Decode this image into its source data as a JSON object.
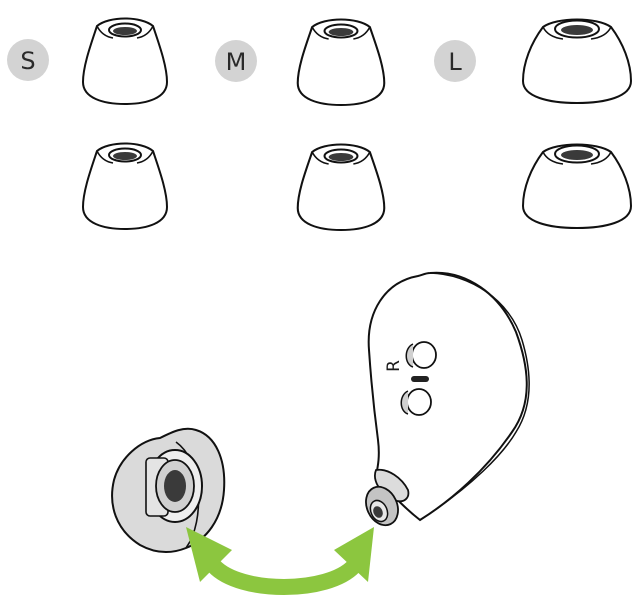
{
  "sizes": [
    {
      "label": "S"
    },
    {
      "label": "M"
    },
    {
      "label": "L"
    }
  ],
  "earbud": {
    "side_label": "R"
  },
  "colors": {
    "line": "#111111",
    "badge": "#d3d3d3",
    "tip_gray": "#dadada",
    "nozzle_gray": "#c4c4c4",
    "hole": "#3a3a3a",
    "arrow": "#8cc63f"
  },
  "icons": [
    "ear-tip-small-icon",
    "ear-tip-medium-icon",
    "ear-tip-large-icon",
    "earbud-icon",
    "swap-arrow-icon"
  ]
}
